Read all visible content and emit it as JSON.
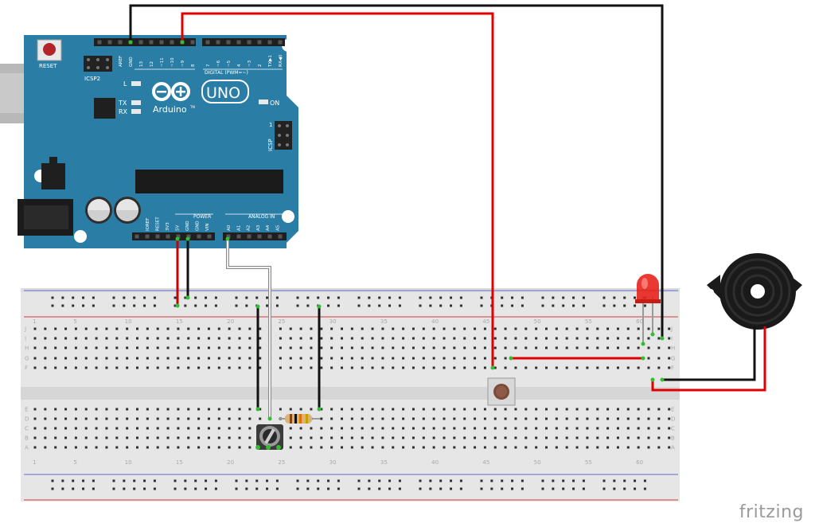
{
  "arduino": {
    "reset_label": "RESET",
    "icsp2_label": "ICSP2",
    "icsp_label": "ICSP",
    "icsp_pin1": "1",
    "brand": "Arduino",
    "model": "UNO",
    "trademark": "TM",
    "digital_label": "DIGITAL (PWM=~)",
    "led_l": "L",
    "led_tx": "TX",
    "led_rx": "RX",
    "led_on": "ON",
    "power_label": "POWER",
    "analog_label": "ANALOG IN",
    "digital_pins": [
      "AREF",
      "GND",
      "13",
      "12",
      "~11",
      "~10",
      "~9",
      "8",
      "7",
      "~6",
      "~5",
      "4",
      "~3",
      "2",
      "TX▶1",
      "RX◀0"
    ],
    "power_pins": [
      "IOREF",
      "RESET",
      "3V3",
      "5V",
      "GND",
      "GND",
      "VIN"
    ],
    "analog_pins": [
      "A0",
      "A1",
      "A2",
      "A3",
      "A4",
      "A5"
    ]
  },
  "breadboard": {
    "column_numbers": [
      "1",
      "5",
      "10",
      "15",
      "20",
      "25",
      "30",
      "35",
      "40",
      "45",
      "50",
      "55",
      "60"
    ],
    "rows_top": [
      "J",
      "I",
      "H",
      "G",
      "F"
    ],
    "rows_bottom": [
      "E",
      "D",
      "C",
      "B",
      "A"
    ]
  },
  "colors": {
    "board": "#2a7ea6",
    "wire_red": "#e00000",
    "wire_black": "#111111",
    "wire_white": "#eeeeee",
    "led": "#e8231c"
  },
  "watermark": "fritzing"
}
